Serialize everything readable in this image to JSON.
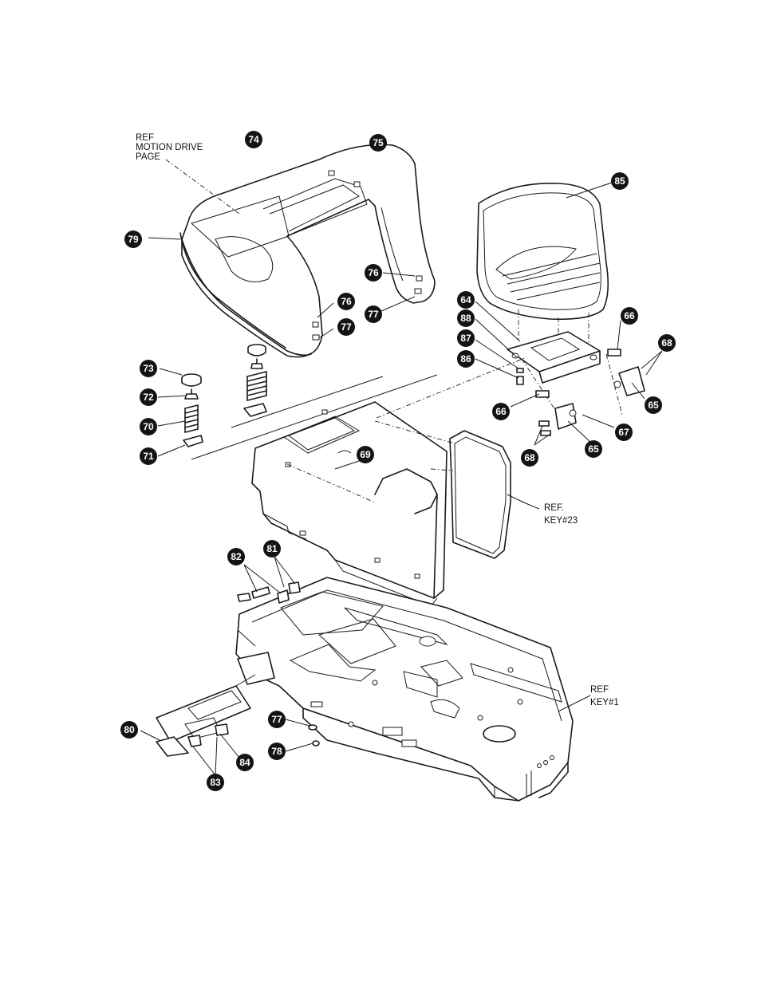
{
  "callouts": [
    {
      "id": "74",
      "label": "74"
    },
    {
      "id": "75",
      "label": "75"
    },
    {
      "id": "79",
      "label": "79"
    },
    {
      "id": "85",
      "label": "85"
    },
    {
      "id": "76a",
      "label": "76"
    },
    {
      "id": "77a",
      "label": "77"
    },
    {
      "id": "76b",
      "label": "76"
    },
    {
      "id": "77b",
      "label": "77"
    },
    {
      "id": "64",
      "label": "64"
    },
    {
      "id": "88",
      "label": "88"
    },
    {
      "id": "87",
      "label": "87"
    },
    {
      "id": "86",
      "label": "86"
    },
    {
      "id": "66a",
      "label": "66"
    },
    {
      "id": "68a",
      "label": "68"
    },
    {
      "id": "65a",
      "label": "65"
    },
    {
      "id": "66b",
      "label": "66"
    },
    {
      "id": "67",
      "label": "67"
    },
    {
      "id": "65b",
      "label": "65"
    },
    {
      "id": "68b",
      "label": "68"
    },
    {
      "id": "73",
      "label": "73"
    },
    {
      "id": "72",
      "label": "72"
    },
    {
      "id": "70",
      "label": "70"
    },
    {
      "id": "71",
      "label": "71"
    },
    {
      "id": "69",
      "label": "69"
    },
    {
      "id": "82",
      "label": "82"
    },
    {
      "id": "81",
      "label": "81"
    },
    {
      "id": "80",
      "label": "80"
    },
    {
      "id": "77c",
      "label": "77"
    },
    {
      "id": "78",
      "label": "78"
    },
    {
      "id": "84",
      "label": "84"
    },
    {
      "id": "83",
      "label": "83"
    }
  ],
  "labels": {
    "ref_motion_drive": [
      "REF",
      "MOTION DRIVE",
      "PAGE"
    ],
    "ref_key23": [
      "REF.",
      "KEY#23"
    ],
    "ref_key1": [
      "REF",
      "KEY#1"
    ]
  }
}
